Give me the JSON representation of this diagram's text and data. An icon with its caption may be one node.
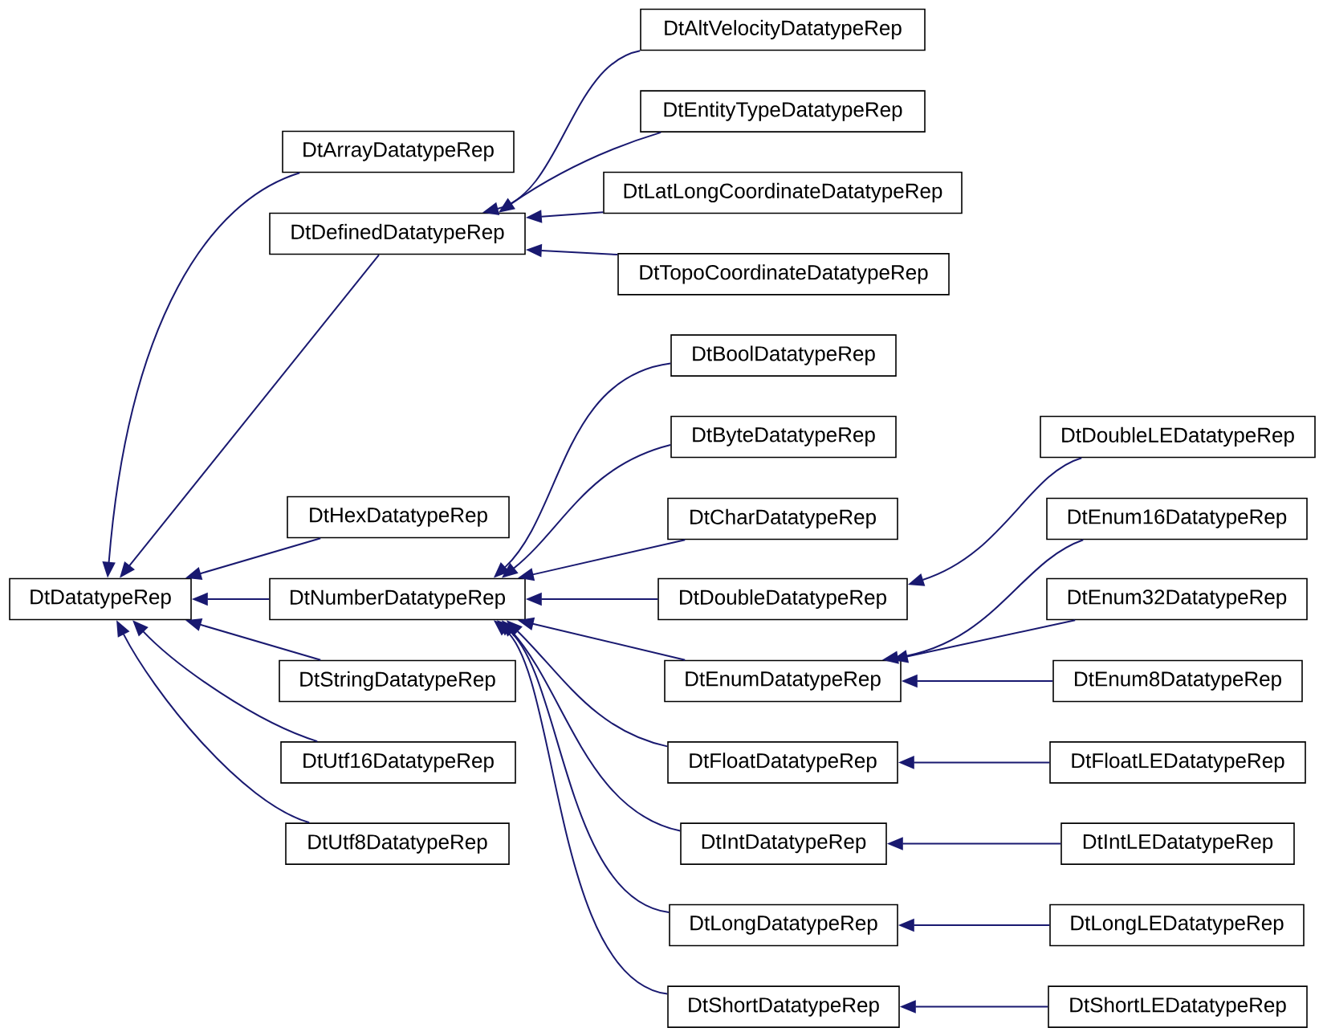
{
  "diagram": {
    "nodes": [
      {
        "text": [
          "DtDatatypeRep"
        ]
      },
      {
        "text": [
          "DtArrayDatatypeRep"
        ]
      },
      {
        "text": [
          "DtDefinedDatatypeRep"
        ]
      },
      {
        "text": [
          "DtHexDatatypeRep"
        ]
      },
      {
        "text": [
          "DtNumberDatatypeRep"
        ]
      },
      {
        "text": [
          "DtStringDatatypeRep"
        ]
      },
      {
        "text": [
          "DtUtf16DatatypeRep"
        ]
      },
      {
        "text": [
          "DtUtf8DatatypeRep"
        ]
      },
      {
        "text": [
          "DtAltVelocityDatatypeRep"
        ]
      },
      {
        "text": [
          "DtEntityTypeDatatypeRep"
        ]
      },
      {
        "text": [
          "DtLatLongCoordinateDatatypeRep"
        ]
      },
      {
        "text": [
          "DtTopoCoordinateDatatypeRep"
        ]
      },
      {
        "text": [
          "DtBoolDatatypeRep"
        ]
      },
      {
        "text": [
          "DtByteDatatypeRep"
        ]
      },
      {
        "text": [
          "DtCharDatatypeRep"
        ]
      },
      {
        "text": [
          "DtDoubleDatatypeRep"
        ]
      },
      {
        "text": [
          "DtEnumDatatypeRep"
        ]
      },
      {
        "text": [
          "DtFloatDatatypeRep"
        ]
      },
      {
        "text": [
          "DtIntDatatypeRep"
        ]
      },
      {
        "text": [
          "DtLongDatatypeRep"
        ]
      },
      {
        "text": [
          "DtShortDatatypeRep"
        ]
      },
      {
        "text": [
          "DtDoubleLEDatatypeRep"
        ]
      },
      {
        "text": [
          "DtEnum16DatatypeRep"
        ]
      },
      {
        "text": [
          "DtEnum32DatatypeRep"
        ]
      },
      {
        "text": [
          "DtEnum8DatatypeRep"
        ]
      },
      {
        "text": [
          "DtFloatLEDatatypeRep"
        ]
      },
      {
        "text": [
          "DtIntLEDatatypeRep"
        ]
      },
      {
        "text": [
          "DtLongLEDatatypeRep"
        ]
      },
      {
        "text": [
          "DtShortLEDatatypeRep"
        ]
      }
    ],
    "edges": [
      {
        "from": 1,
        "to": 0,
        "arrow": "to"
      },
      {
        "from": 2,
        "to": 0,
        "arrow": "to"
      },
      {
        "from": 3,
        "to": 0,
        "arrow": "to"
      },
      {
        "from": 4,
        "to": 0,
        "arrow": "to"
      },
      {
        "from": 5,
        "to": 0,
        "arrow": "to"
      },
      {
        "from": 6,
        "to": 0,
        "arrow": "to"
      },
      {
        "from": 7,
        "to": 0,
        "arrow": "to"
      },
      {
        "from": 8,
        "to": 2,
        "arrow": "to"
      },
      {
        "from": 9,
        "to": 2,
        "arrow": "to"
      },
      {
        "from": 10,
        "to": 2,
        "arrow": "to"
      },
      {
        "from": 11,
        "to": 2,
        "arrow": "to"
      },
      {
        "from": 12,
        "to": 4,
        "arrow": "to"
      },
      {
        "from": 13,
        "to": 4,
        "arrow": "to"
      },
      {
        "from": 14,
        "to": 4,
        "arrow": "to"
      },
      {
        "from": 15,
        "to": 4,
        "arrow": "to"
      },
      {
        "from": 16,
        "to": 4,
        "arrow": "to"
      },
      {
        "from": 17,
        "to": 4,
        "arrow": "to"
      },
      {
        "from": 18,
        "to": 4,
        "arrow": "to"
      },
      {
        "from": 19,
        "to": 4,
        "arrow": "to"
      },
      {
        "from": 20,
        "to": 4,
        "arrow": "to"
      },
      {
        "from": 21,
        "to": 15,
        "arrow": "to"
      },
      {
        "from": 22,
        "to": 16,
        "arrow": "to"
      },
      {
        "from": 23,
        "to": 16,
        "arrow": "to"
      },
      {
        "from": 24,
        "to": 16,
        "arrow": "to"
      },
      {
        "from": 25,
        "to": 17,
        "arrow": "to"
      },
      {
        "from": 26,
        "to": 18,
        "arrow": "to"
      },
      {
        "from": 27,
        "to": 19,
        "arrow": "to"
      },
      {
        "from": 28,
        "to": 20,
        "arrow": "to"
      }
    ]
  }
}
